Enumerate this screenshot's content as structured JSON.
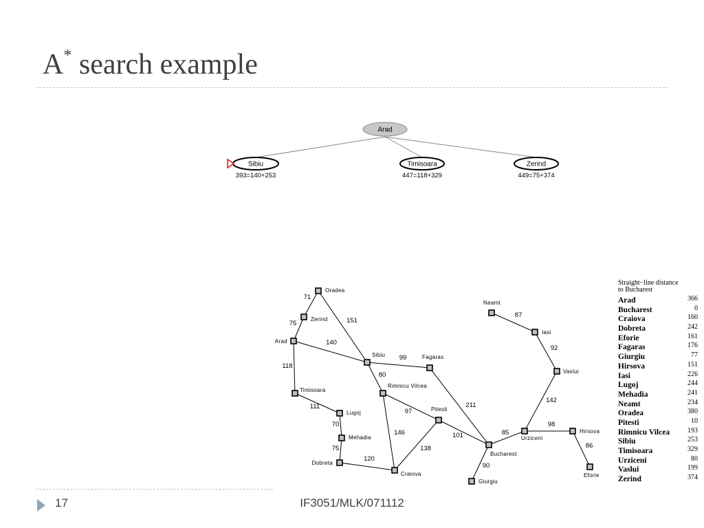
{
  "slide": {
    "title_main": "A",
    "title_sup": "*",
    "title_rest": " search example",
    "page_number": "17",
    "footer": "IF3051/MLK/071112"
  },
  "search_tree": {
    "root": "Arad",
    "children": [
      {
        "label": "Sibiu",
        "f": "393=140+253",
        "marked": true
      },
      {
        "label": "Timisoara",
        "f": "447=118+329",
        "marked": false
      },
      {
        "label": "Zerind",
        "f": "449=75+374",
        "marked": false
      }
    ]
  },
  "map": {
    "cities": [
      {
        "id": "oradea",
        "name": "Oradea"
      },
      {
        "id": "zerind",
        "name": "Zerind"
      },
      {
        "id": "arad",
        "name": "Arad"
      },
      {
        "id": "sibiu",
        "name": "Sibiu"
      },
      {
        "id": "fagaras",
        "name": "Fagaras"
      },
      {
        "id": "rimnicu",
        "name": "Rimnicu Vilcea"
      },
      {
        "id": "timisoara",
        "name": "Timisoara"
      },
      {
        "id": "lugoj",
        "name": "Lugoj"
      },
      {
        "id": "mehadia",
        "name": "Mehadia"
      },
      {
        "id": "dobreta",
        "name": "Dobreta"
      },
      {
        "id": "craiova",
        "name": "Craiova"
      },
      {
        "id": "pitesti",
        "name": "Pitesti"
      },
      {
        "id": "bucharest",
        "name": "Bucharest"
      },
      {
        "id": "giurgiu",
        "name": "Giurgiu"
      },
      {
        "id": "urziceni",
        "name": "Urziceni"
      },
      {
        "id": "hirsova",
        "name": "Hirsova"
      },
      {
        "id": "eforie",
        "name": "Eforie"
      },
      {
        "id": "vaslui",
        "name": "Vaslui"
      },
      {
        "id": "iasi",
        "name": "Iasi"
      },
      {
        "id": "neamt",
        "name": "Neamt"
      }
    ],
    "roads": [
      {
        "from": "oradea",
        "to": "zerind",
        "distance": "71"
      },
      {
        "from": "zerind",
        "to": "arad",
        "distance": "75"
      },
      {
        "from": "oradea",
        "to": "sibiu",
        "distance": "151"
      },
      {
        "from": "arad",
        "to": "sibiu",
        "distance": "140"
      },
      {
        "from": "arad",
        "to": "timisoara",
        "distance": "118"
      },
      {
        "from": "timisoara",
        "to": "lugoj",
        "distance": "111"
      },
      {
        "from": "lugoj",
        "to": "mehadia",
        "distance": "70"
      },
      {
        "from": "mehadia",
        "to": "dobreta",
        "distance": "75"
      },
      {
        "from": "dobreta",
        "to": "craiova",
        "distance": "120"
      },
      {
        "from": "sibiu",
        "to": "fagaras",
        "distance": "99"
      },
      {
        "from": "sibiu",
        "to": "rimnicu",
        "distance": "80"
      },
      {
        "from": "rimnicu",
        "to": "pitesti",
        "distance": "97"
      },
      {
        "from": "rimnicu",
        "to": "craiova",
        "distance": "146"
      },
      {
        "from": "craiova",
        "to": "pitesti",
        "distance": "138"
      },
      {
        "from": "fagaras",
        "to": "bucharest",
        "distance": "211"
      },
      {
        "from": "pitesti",
        "to": "bucharest",
        "distance": "101"
      },
      {
        "from": "bucharest",
        "to": "giurgiu",
        "distance": "90"
      },
      {
        "from": "bucharest",
        "to": "urziceni",
        "distance": "85"
      },
      {
        "from": "urziceni",
        "to": "hirsova",
        "distance": "98"
      },
      {
        "from": "hirsova",
        "to": "eforie",
        "distance": "86"
      },
      {
        "from": "urziceni",
        "to": "vaslui",
        "distance": "142"
      },
      {
        "from": "vaslui",
        "to": "iasi",
        "distance": "92"
      },
      {
        "from": "iasi",
        "to": "neamt",
        "distance": "87"
      }
    ]
  },
  "sld_table": {
    "title_line1": "Straight−line distance",
    "title_line2": "to Bucharest",
    "rows": [
      {
        "city": "Arad",
        "value": "366"
      },
      {
        "city": "Bucharest",
        "value": "0"
      },
      {
        "city": "Craiova",
        "value": "160"
      },
      {
        "city": "Dobreta",
        "value": "242"
      },
      {
        "city": "Eforie",
        "value": "161"
      },
      {
        "city": "Fagaras",
        "value": "176"
      },
      {
        "city": "Giurgiu",
        "value": "77"
      },
      {
        "city": "Hirsova",
        "value": "151"
      },
      {
        "city": "Iasi",
        "value": "226"
      },
      {
        "city": "Lugoj",
        "value": "244"
      },
      {
        "city": "Mehadia",
        "value": "241"
      },
      {
        "city": "Neamt",
        "value": "234"
      },
      {
        "city": "Oradea",
        "value": "380"
      },
      {
        "city": "Pitesti",
        "value": "10"
      },
      {
        "city": "Rimnicu Vilcea",
        "value": "193"
      },
      {
        "city": "Sibiu",
        "value": "253"
      },
      {
        "city": "Timisoara",
        "value": "329"
      },
      {
        "city": "Urziceni",
        "value": "80"
      },
      {
        "city": "Vaslui",
        "value": "199"
      },
      {
        "city": "Zerind",
        "value": "374"
      }
    ]
  }
}
